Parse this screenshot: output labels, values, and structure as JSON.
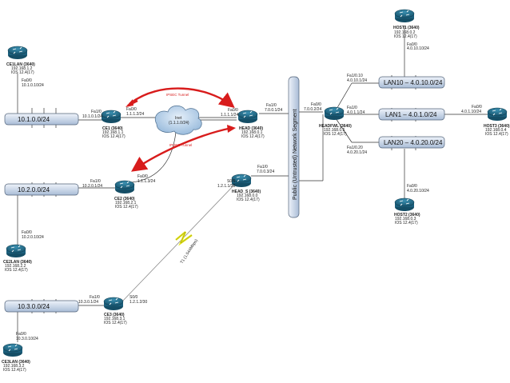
{
  "segments": {
    "lan10": "LAN10 – 4.0.10.0/24",
    "lan1": "LAN1 – 4.0.1.0/24",
    "lan20": "LAN20 – 4.0.20.0/24",
    "net1": "10.1.0.0/24",
    "net2": "10.2.0.0/24",
    "net3": "10.3.0.0/24",
    "public": "Public (Untrusted) Network Segment"
  },
  "devices": {
    "host1": {
      "name": "HOST1 (3640)",
      "ip": "192.168.0.2",
      "ios": "IOS 12.4(17)",
      "if1": "Fa0/0",
      "if2": "4.0.10.10/24"
    },
    "host2": {
      "name": "HOST2 (3640)",
      "ip": "192.168.0.3",
      "ios": "IOS 12.4(17)",
      "if1": "Fa0/0",
      "if2": "4.0.20.10/24"
    },
    "host3": {
      "name": "HOST3 (3640)",
      "ip": "192.168.0.4",
      "ios": "IOS 12.4(17)",
      "if1": "Fa0/0",
      "if2": "4.0.1.10/24"
    },
    "headfwl": {
      "name": "HEADFWL (3640)",
      "ip": "192.168.0.5",
      "ios": "IOS 12.4(17)",
      "fa00": "Fa0/0",
      "fa00_ip": "7.0.0.2/24",
      "fa10": "Fa1/0.10",
      "fa10_ip": "4.0.10.1/24",
      "fa1": "Fa1/0",
      "fa1_ip": "4.0.1.1/24",
      "fa20": "Fa1/0.20",
      "fa20_ip": "4.0.20.1/24"
    },
    "head": {
      "name": "HEAD (3640)",
      "ip": "192.168.0.1",
      "ios": "IOS 12.4(17)",
      "fa00": "Fa0/0",
      "fa00_ip": "1.1.1.1/24",
      "fa10": "Fa1/0",
      "fa10_ip": "7.0.0.1/24"
    },
    "head_s": {
      "name": "HEAD_S (3640)",
      "ip": "192.168.0.0",
      "ios": "IOS 12.4(17)",
      "s00": "S0/0",
      "s00_ip": "1.2.1.1/30",
      "fa10": "Fa1/0",
      "fa10_ip": "7.0.0.3/24"
    },
    "ce1": {
      "name": "CE1 (3640)",
      "ip": "192.168.1.1",
      "ios": "IOS 12.4(17)",
      "fa10": "Fa1/0",
      "fa10_ip": "10.1.0.1/24",
      "fa00": "Fa0/0",
      "fa00_ip": "1.1.1.2/24"
    },
    "ce2": {
      "name": "CE2 (3640)",
      "ip": "192.168.2.1",
      "ios": "IOS 12.4(17)",
      "fa10": "Fa1/0",
      "fa10_ip": "10.2.0.1/24",
      "fa00": "Fa0/0",
      "fa00_ip": "1.1.1.3/24"
    },
    "ce3": {
      "name": "CE3 (3640)",
      "ip": "192.168.3.1",
      "ios": "IOS 12.4(17)",
      "fa10": "Fa1/0",
      "fa10_ip": "10.3.0.1/24",
      "s00": "S0/0",
      "s00_ip": "1.2.1.2/30"
    },
    "ce1lan": {
      "name": "CE1LAN (3640)",
      "ip": "192.168.1.2",
      "ios": "IOS 12.4(17)",
      "if1": "Fa0/0",
      "if2": "10.1.0.10/24"
    },
    "ce2lan": {
      "name": "CE2LAN (3640)",
      "ip": "192.168.2.2",
      "ios": "IOS 12.4(17)",
      "if1": "Fa0/0",
      "if2": "10.2.0.10/24"
    },
    "ce3lan": {
      "name": "CE3LAN (3640)",
      "ip": "192.168.3.2",
      "ios": "IOS 12.4(17)",
      "if1": "Fa0/0",
      "if2": "10.3.0.10/24"
    }
  },
  "cloud": {
    "label1": "Inet",
    "label2": "(1.1.1.0/24)"
  },
  "tunnels": {
    "label": "IPSEC Tunnel"
  },
  "serial_link": {
    "label": "T1 (1.544Mbps)"
  },
  "colors": {
    "tunnel": "#d81c1c",
    "serial": "#e6e61a",
    "router": "#1f6e8c",
    "segment_top": "#dbe6f4",
    "segment_bottom": "#a9bcd6",
    "cloud": "#b9d3ea"
  }
}
